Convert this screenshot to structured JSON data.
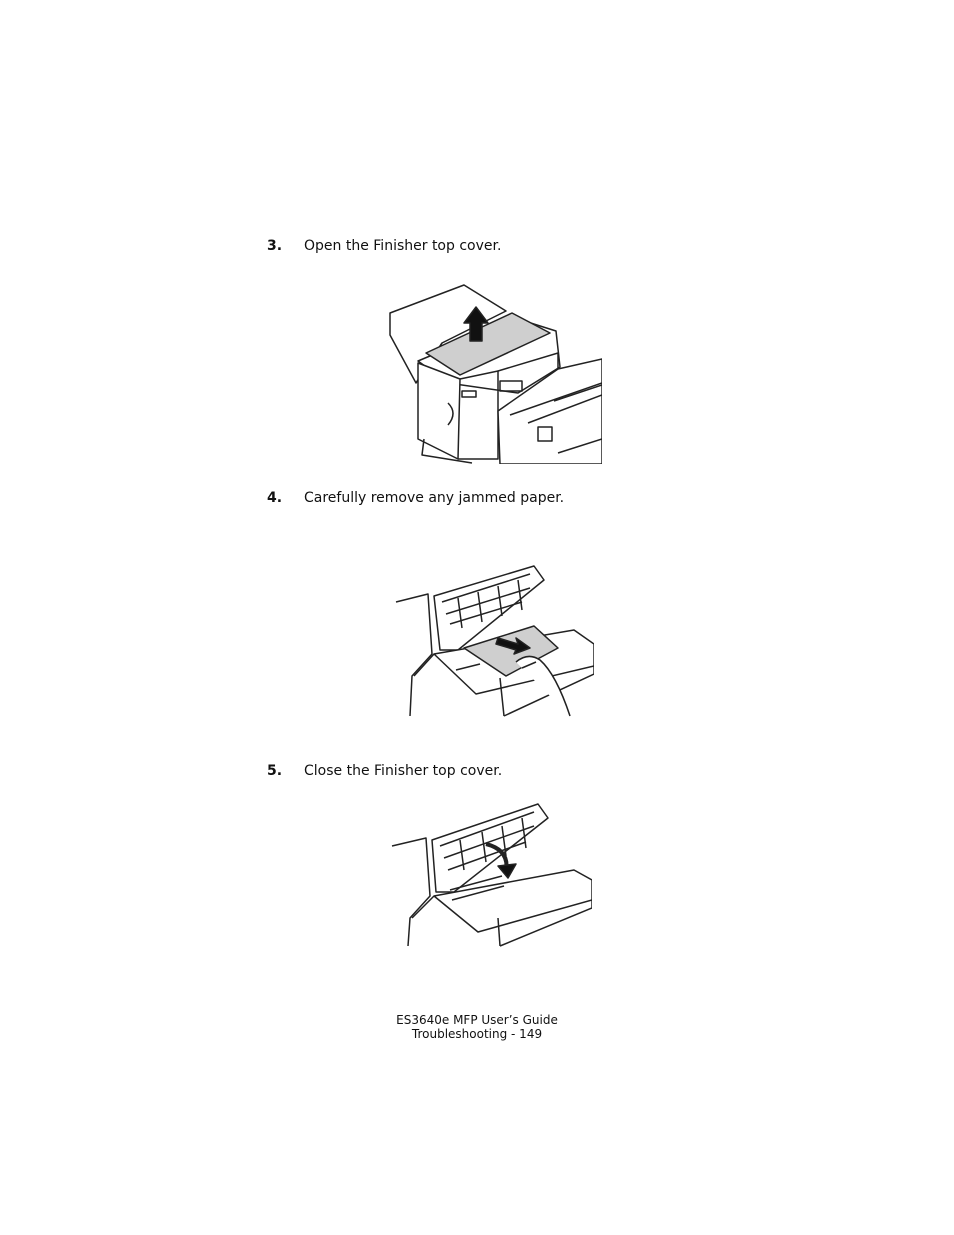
{
  "steps": [
    {
      "number": "3.",
      "text": "Open the Finisher top cover."
    },
    {
      "number": "4.",
      "text": "Carefully remove any jammed paper."
    },
    {
      "number": "5.",
      "text": "Close the Finisher top cover."
    }
  ],
  "footer": {
    "line1": "ES3640e MFP User’s Guide",
    "line2": "Troubleshooting - 149"
  },
  "illustrations": {
    "step3": "finisher-open-cover-illustration",
    "step4": "remove-jammed-paper-illustration",
    "step5": "finisher-close-cover-illustration"
  },
  "colors": {
    "text": "#111111",
    "paper_gray": "#cfcfcf",
    "line_art": "#222222"
  }
}
